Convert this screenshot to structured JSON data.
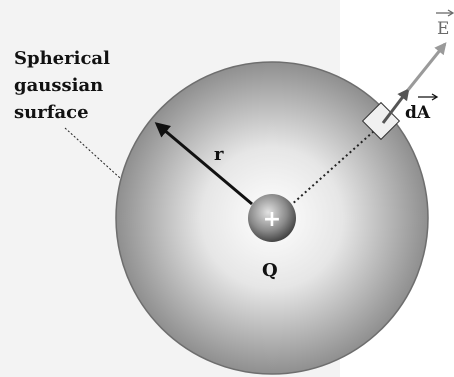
{
  "labels": {
    "surface_line1": "Spherical",
    "surface_line2": "gaussian",
    "surface_line3": "surface",
    "radius": "r",
    "charge_sign": "+",
    "charge": "Q",
    "area_vector": "dA",
    "field_vector": "E"
  },
  "colors": {
    "background": "#f3f3f3",
    "sphere_center": "#ffffff",
    "sphere_edge": "#8f8f8f",
    "sphere_outline": "#6e6e6e",
    "charge_light": "#d6d6d6",
    "charge_dark": "#4a4a4a",
    "radius_arrow": "#111111",
    "area_arrow": "#555555",
    "field_arrow": "#9a9a9a"
  }
}
